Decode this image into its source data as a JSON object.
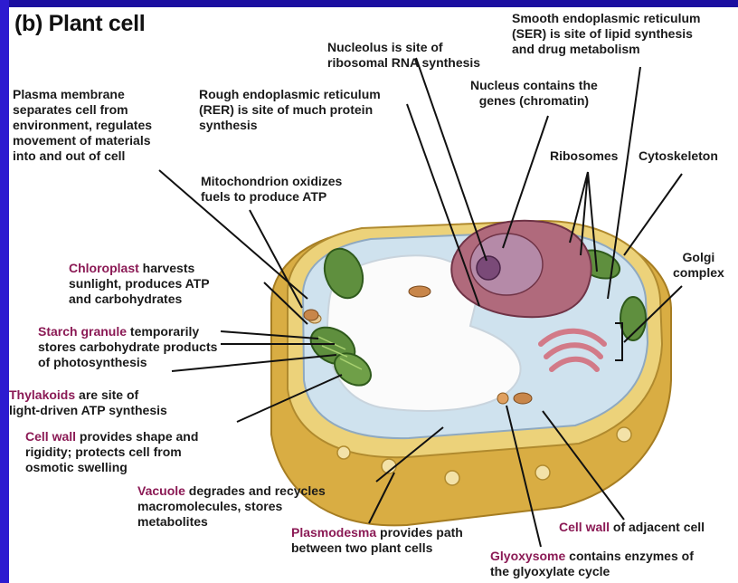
{
  "title": "(b) Plant cell",
  "labels": {
    "plasma_membrane": {
      "lines": [
        "Plasma membrane",
        "separates cell from",
        "environment, regulates",
        "movement of materials",
        "into and out of cell"
      ]
    },
    "rer": {
      "lines": [
        "Rough endoplasmic reticulum",
        "(RER) is site of much protein",
        "synthesis"
      ]
    },
    "nucleolus": {
      "lines": [
        "Nucleolus is site of",
        "ribosomal RNA synthesis"
      ]
    },
    "ser": {
      "lines": [
        "Smooth endoplasmic reticulum",
        "(SER) is site of lipid synthesis",
        "and drug metabolism"
      ]
    },
    "nucleus": {
      "lines": [
        "Nucleus contains the",
        "genes (chromatin)"
      ]
    },
    "ribosomes": {
      "text": "Ribosomes"
    },
    "cytoskeleton": {
      "text": "Cytoskeleton"
    },
    "mitochondrion": {
      "lines": [
        "Mitochondrion oxidizes",
        "fuels to produce ATP"
      ]
    },
    "golgi": {
      "lines": [
        "Golgi",
        "complex"
      ]
    },
    "chloroplast": {
      "term": "Chloroplast",
      "rest": " harvests",
      "lines": [
        "sunlight, produces ATP",
        "and carbohydrates"
      ]
    },
    "starch": {
      "term": "Starch granule",
      "rest": " temporarily",
      "lines": [
        "stores carbohydrate products",
        "of photosynthesis"
      ]
    },
    "thylakoids": {
      "term": "Thylakoids",
      "rest": " are site of",
      "lines": [
        "light-driven ATP synthesis"
      ]
    },
    "cell_wall": {
      "term": "Cell wall",
      "rest": " provides shape and",
      "lines": [
        "rigidity; protects cell from",
        "osmotic swelling"
      ]
    },
    "vacuole": {
      "term": "Vacuole",
      "rest": " degrades and recycles",
      "lines": [
        "macromolecules, stores",
        "metabolites"
      ]
    },
    "plasmodesma": {
      "term": "Plasmodesma",
      "rest": " provides path",
      "lines": [
        "between two plant cells"
      ]
    },
    "cell_wall_adjacent": {
      "term": "Cell wall",
      "rest": " of adjacent cell"
    },
    "glyoxysome": {
      "term": "Glyoxysome",
      "rest": " contains enzymes of",
      "lines": [
        "the glyoxylate cycle"
      ]
    }
  },
  "colors": {
    "background": "#2a16c8",
    "panel": "#ffffff",
    "highlight_term": "#8b1a55",
    "cell_wall": "#e6c25e",
    "cytoplasm": "#cfe2ee",
    "vacuole": "#fbfbfb",
    "chloroplast": "#5f8f3e",
    "nucleus": "#a05a6e",
    "nucleolus": "#7a4a78",
    "golgi": "#e8a0a8",
    "mitochondrion": "#c8864a"
  }
}
